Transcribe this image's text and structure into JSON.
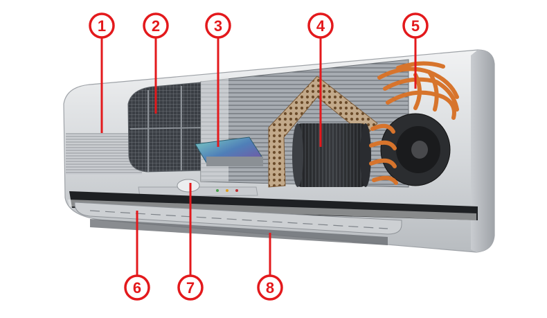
{
  "diagram": {
    "callouts": [
      {
        "number": "1"
      },
      {
        "number": "2"
      },
      {
        "number": "3"
      },
      {
        "number": "4"
      },
      {
        "number": "5"
      },
      {
        "number": "6"
      },
      {
        "number": "7"
      },
      {
        "number": "8"
      }
    ]
  },
  "colors": {
    "callout_red": "#e3191c",
    "housing": "#d4d7da",
    "copper": "#d7742c",
    "filter_mesh": "#2d3136",
    "purifier_filter": "#5db8b0",
    "vent_dark": "#1e2023"
  }
}
